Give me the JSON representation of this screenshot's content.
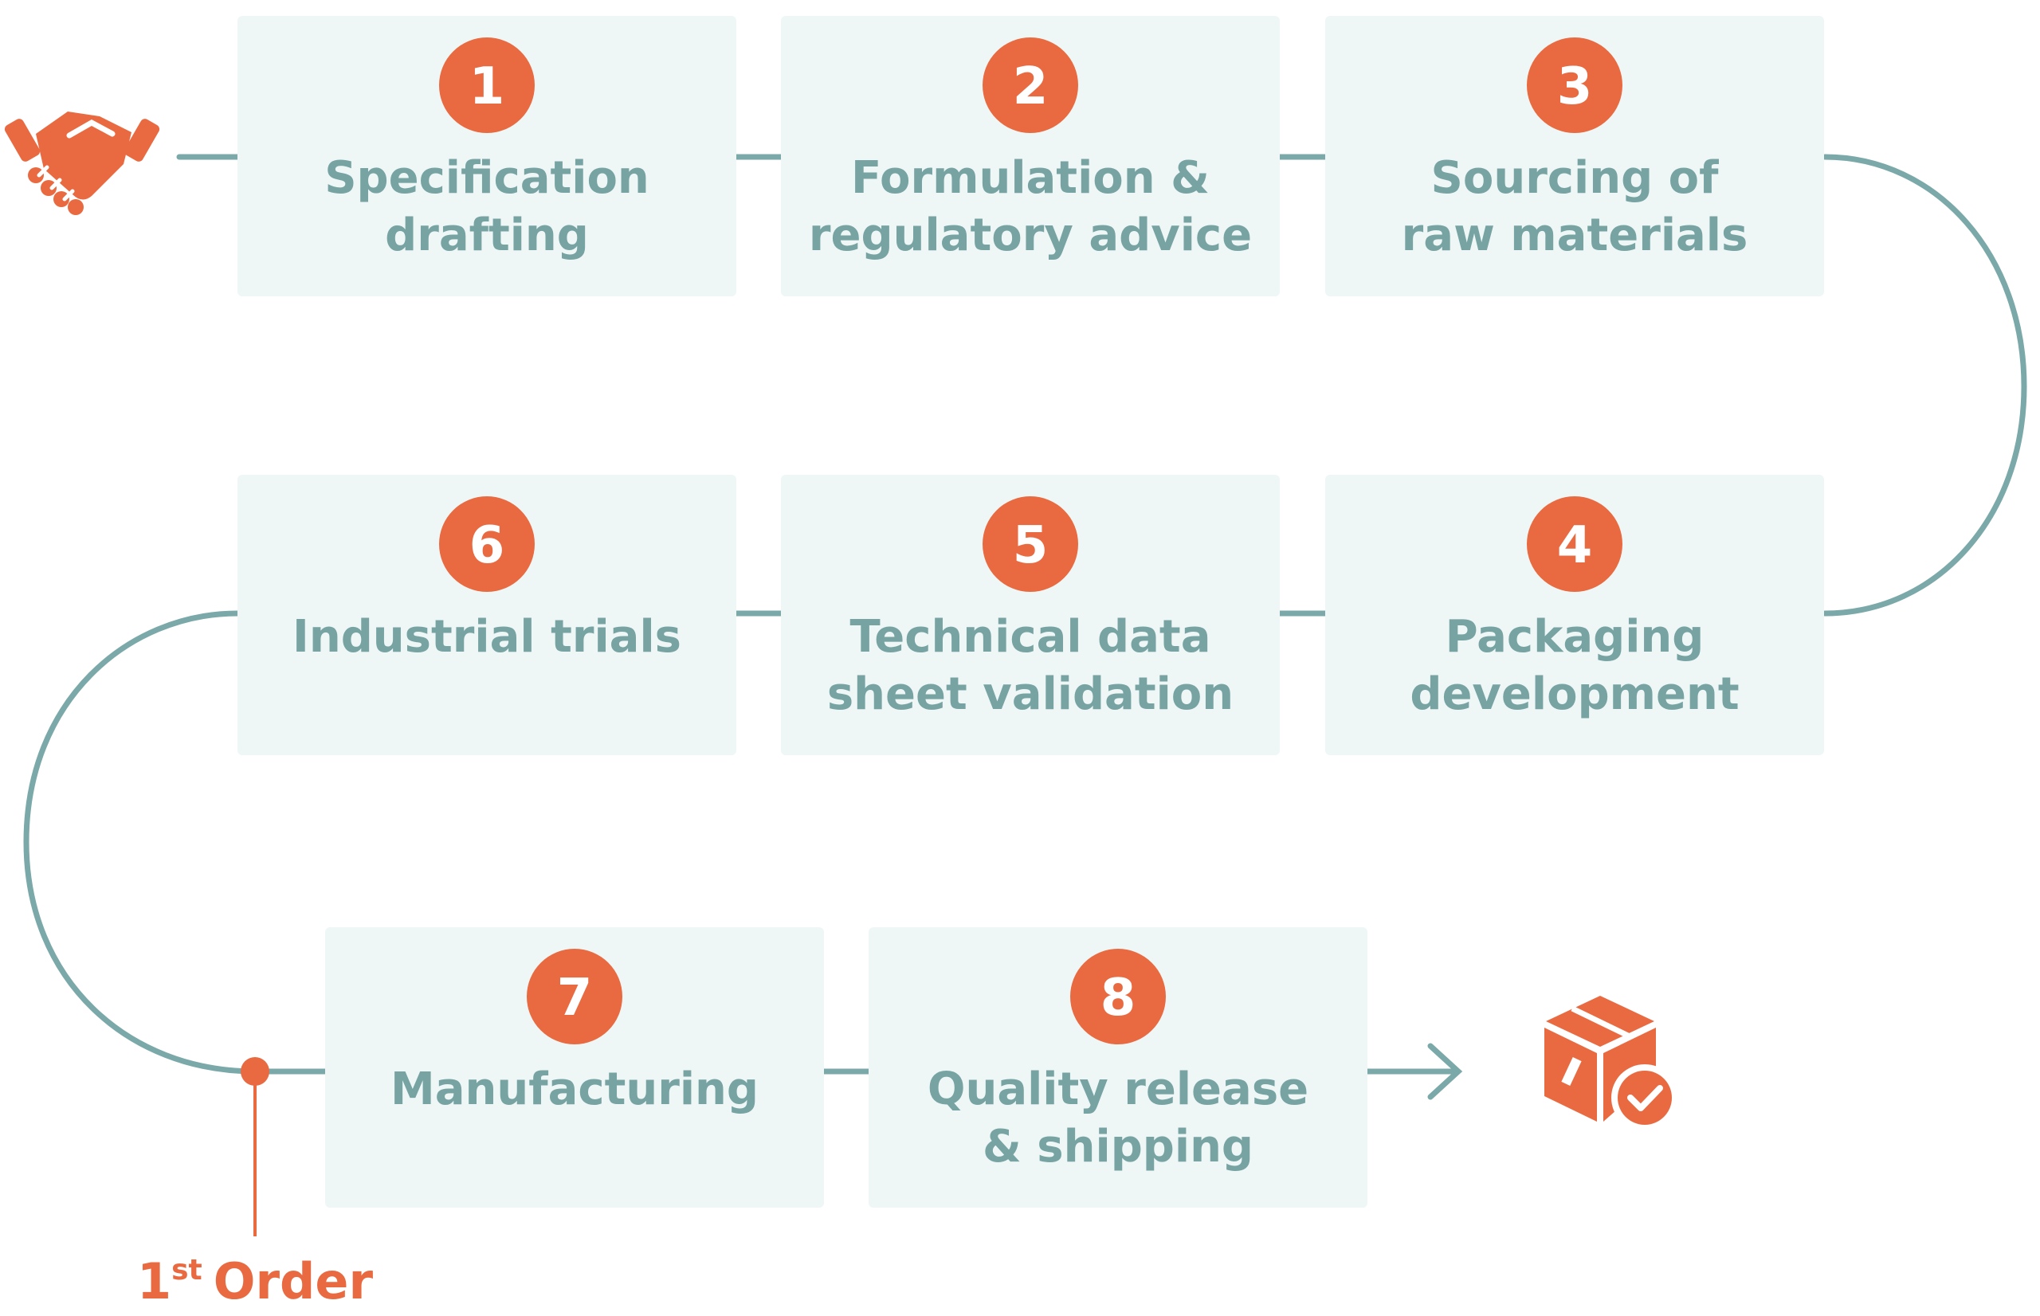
{
  "colors": {
    "accent": "#e96a40",
    "connector": "#7ba8a8",
    "box_fill": "#eef7f6",
    "label_text": "#77a3a3"
  },
  "icons": {
    "start": "handshake-icon",
    "end": "package-delivered-icon"
  },
  "steps": [
    {
      "number": "1",
      "lines": [
        "Specification",
        "drafting"
      ]
    },
    {
      "number": "2",
      "lines": [
        "Formulation &",
        "regulatory advice"
      ]
    },
    {
      "number": "3",
      "lines": [
        "Sourcing of",
        "raw materials"
      ]
    },
    {
      "number": "4",
      "lines": [
        "Packaging",
        "development"
      ]
    },
    {
      "number": "5",
      "lines": [
        "Technical data",
        "sheet validation"
      ]
    },
    {
      "number": "6",
      "lines": [
        "Industrial trials"
      ]
    },
    {
      "number": "7",
      "lines": [
        "Manufacturing"
      ]
    },
    {
      "number": "8",
      "lines": [
        "Quality release",
        "& shipping"
      ]
    }
  ],
  "milestone": {
    "number": "1",
    "superscript": "st",
    "label": "Order"
  }
}
